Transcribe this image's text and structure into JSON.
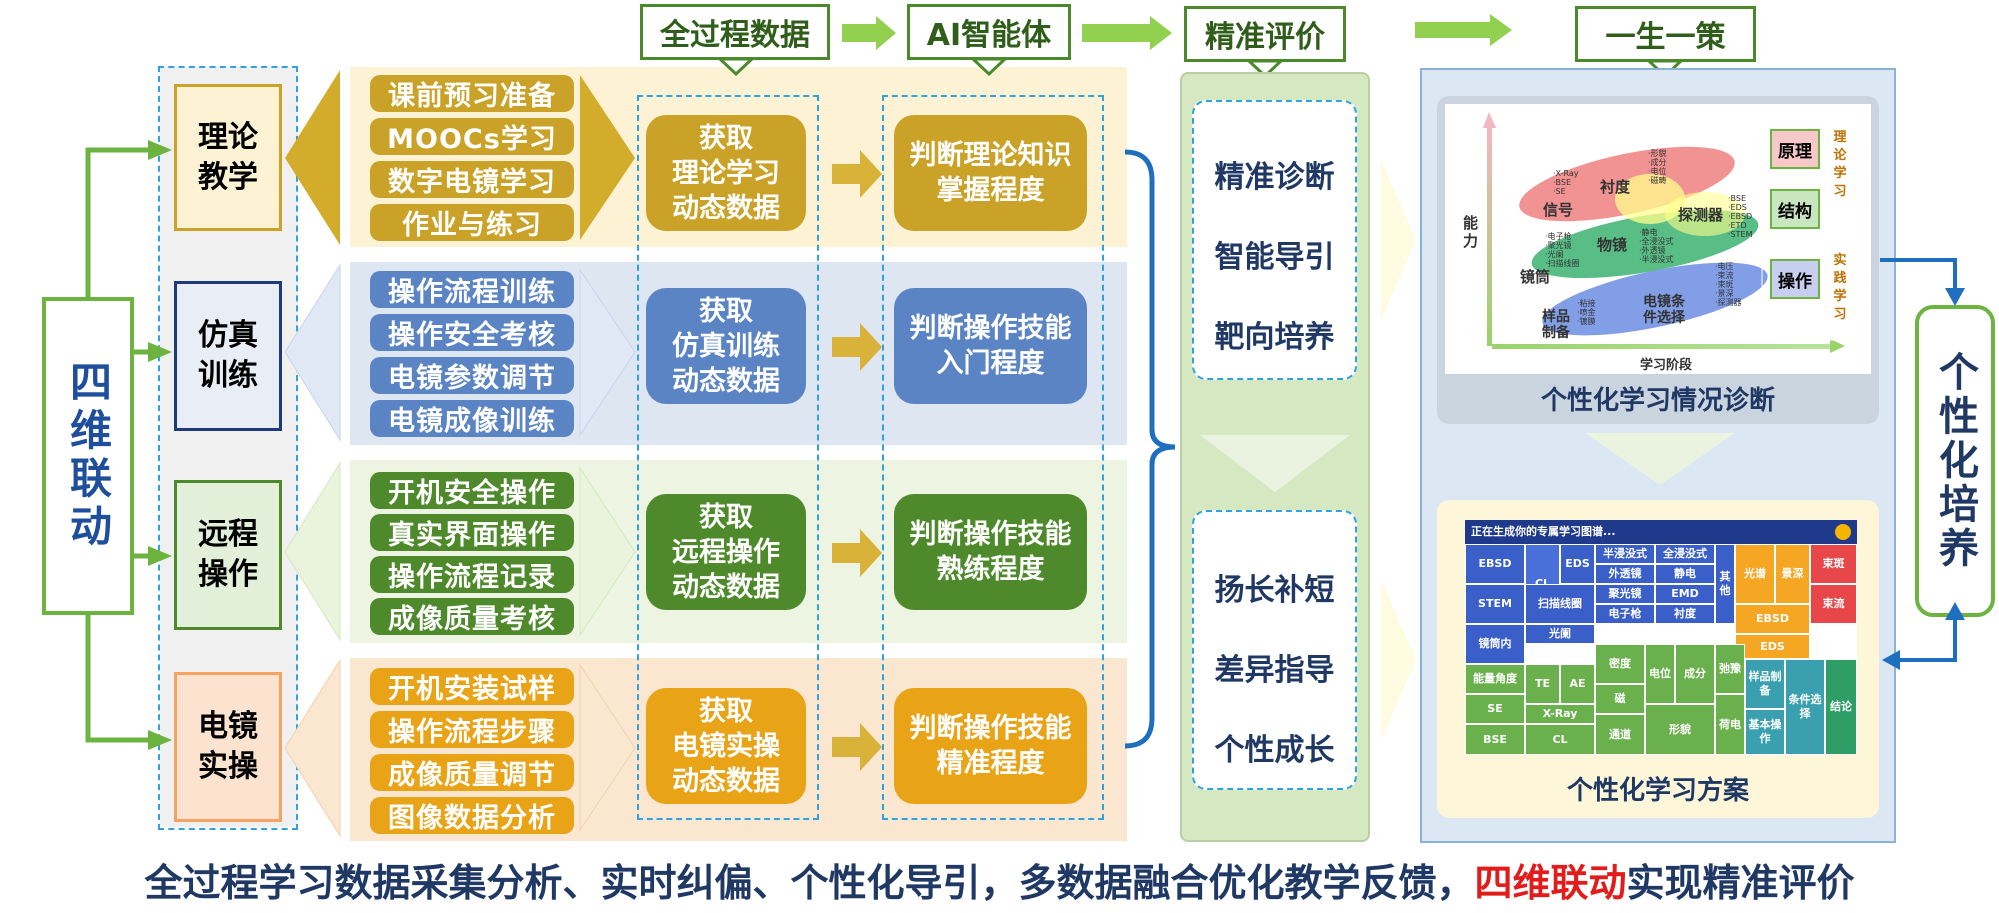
{
  "headers": {
    "data": "全过程数据",
    "ai": "AI智能体",
    "eval": "精准评价",
    "policy": "一生一策"
  },
  "left_vertical": "四维联动",
  "right_vertical": "个性化培养",
  "rows": [
    {
      "category": "理论\n教学",
      "tags": [
        "课前预习准备",
        "MOOCs学习",
        "数字电镜学习",
        "作业与练习"
      ],
      "collect": "获取\n理论学习\n动态数据",
      "judge": "判断理论知识\n掌握程度"
    },
    {
      "category": "仿真\n训练",
      "tags": [
        "操作流程训练",
        "操作安全考核",
        "电镜参数调节",
        "电镜成像训练"
      ],
      "collect": "获取\n仿真训练\n动态数据",
      "judge": "判断操作技能\n入门程度"
    },
    {
      "category": "远程\n操作",
      "tags": [
        "开机安全操作",
        "真实界面操作",
        "操作流程记录",
        "成像质量考核"
      ],
      "collect": "获取\n远程操作\n动态数据",
      "judge": "判断操作技能\n熟练程度"
    },
    {
      "category": "电镜\n实操",
      "tags": [
        "开机安装试样",
        "操作流程步骤",
        "成像质量调节",
        "图像数据分析"
      ],
      "collect": "获取\n电镜实操\n动态数据",
      "judge": "判断操作技能\n精准程度"
    }
  ],
  "eval_top": [
    "精准诊断",
    "智能导引",
    "靶向培养"
  ],
  "eval_bottom": [
    "扬长补短",
    "差异指导",
    "个性成长"
  ],
  "diagnosis": {
    "caption": "个性化学习情况诊断",
    "y_axis": "能\n力",
    "x_axis": "学习阶段",
    "bubbles": [
      "信号",
      "衬度",
      "探测器",
      "物镜",
      "镜筒",
      "电镜条\n件选择",
      "样品\n制备"
    ],
    "small_labels": [
      "·形貌\n·成分\n·电位\n·磁畴",
      "·X-Ray\n·BSE\n·SE",
      "·BSE\n·EDS\n·EBSD\n·ETD\n·STEM",
      "·电子枪\n·聚光镜\n·光阑\n·扫描线圈",
      "·静电\n·全浸没式\n·外透镜\n·半浸没式",
      "·电压\n·束流\n·束斑\n·景深\n·探测器",
      "·粘接\n·喷金\n·镀膜"
    ],
    "side_labels": [
      {
        "box": "原理",
        "tag": "理论\n学习"
      },
      {
        "box": "结构",
        "tag": ""
      },
      {
        "box": "操作",
        "tag": "实践\n学习"
      }
    ]
  },
  "plan": {
    "caption": "个性化学习方案",
    "map_title": "正在生成你的专属学习图谱...",
    "cells": [
      "EBSD",
      "CL",
      "EDS",
      "半浸没式",
      "全浸没式",
      "STEM",
      "外透镜",
      "静电",
      "其他",
      "BSE",
      "扫描线圈",
      "聚光镜",
      "EMD",
      "镜筒内",
      "光阑",
      "电子枪",
      "衬度",
      "光谱",
      "景深",
      "束斑",
      "EBSD",
      "EDS",
      "束流",
      "能量角度",
      "TE",
      "AE",
      "密度",
      "电位",
      "成分",
      "弛豫",
      "SE",
      "磁",
      "X-Ray",
      "BSE",
      "CL",
      "通道",
      "形貌",
      "荷电",
      "样品制备",
      "基本操作",
      "条件选择",
      "结论"
    ]
  },
  "footer": {
    "part1": "全过程学习数据采集分析、实时纠偏、个性化导引，多数据融合优化教学反馈，",
    "highlight": "四维联动",
    "part2": "实现精准评价"
  },
  "colors": {
    "theory": "#c9a227",
    "sim": "#5b84c4",
    "remote": "#4e8a2b",
    "practice": "#e8a317",
    "green": "#6cb33f",
    "highlight": "#e21b1b"
  }
}
